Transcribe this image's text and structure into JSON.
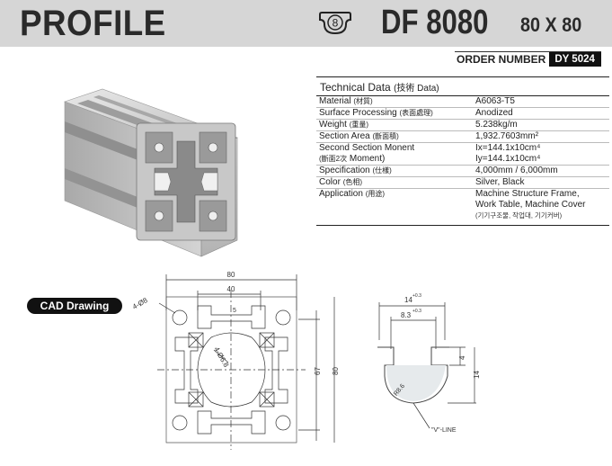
{
  "header": {
    "profile": "PROFILE",
    "slot_badge": "8",
    "model": "DF 8080",
    "size": "80 X 80"
  },
  "order": {
    "label": "ORDER NUMBER",
    "number": "DY 5024"
  },
  "tech": {
    "title": "Technical Data",
    "title_sub": "(技術 Data)",
    "rows": [
      {
        "label": "Material",
        "label_sub": "(材質)",
        "value": "A6063-T5"
      },
      {
        "label": "Surface Processing",
        "label_sub": "(表面處理)",
        "value": "Anodized"
      },
      {
        "label": "Weight",
        "label_sub": "(重量)",
        "value": "5.238kg/m"
      },
      {
        "label": "Section Area",
        "label_sub": "(斷面積)",
        "value": "1,932.7603mm²"
      },
      {
        "label": "Second Section Monent",
        "label_sub": "",
        "value": "Ix=144.1x10cm⁴"
      },
      {
        "label_pre": "(斷面2次",
        "label": " Moment)",
        "value": "Iy=144.1x10cm⁴"
      },
      {
        "label": "Specification",
        "label_sub": "(仕樣)",
        "value": "4,000mm / 6,000mm"
      },
      {
        "label": "Color",
        "label_sub": "(色相)",
        "value": "Silver, Black"
      },
      {
        "label": "Application",
        "label_sub": "(用途)",
        "value": "Machine Structure Frame,",
        "value2": "Work Table, Machine Cover",
        "note": "(기기구조물, 작업대, 기기커버)"
      }
    ]
  },
  "cad": {
    "label": "CAD Drawing",
    "dim_80": "80",
    "dim_40": "40",
    "dim_67": "67",
    "dim_80_v": "80",
    "hole_dia": "4-Ø8",
    "center_dia": "4-Ø6.8",
    "small_dim": "5"
  },
  "slot_detail": {
    "top_width": "14",
    "top_tol": "+0.3",
    "inner_width": "8.3",
    "inner_tol": "+0.3",
    "depth": "4",
    "height": "14",
    "radius": "R8.6",
    "v_line": "\"V\"-LINE"
  }
}
